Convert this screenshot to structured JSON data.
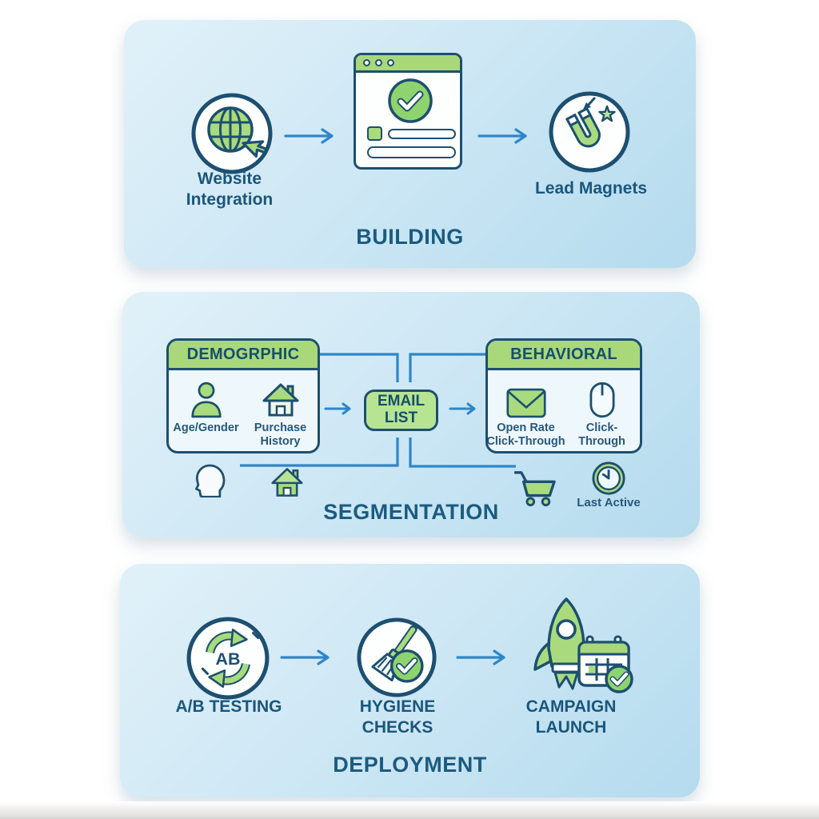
{
  "colors": {
    "ink_outline": "#1d4f70",
    "label_text": "#1a567c",
    "green_header": "#a8d87a",
    "green_light": "#b7e492",
    "green_icon": "#a9db7e",
    "green_check": "#8fd36e",
    "arrow_blue": "#2e86c8",
    "panel_gradient_top": "#e1f1f9",
    "panel_gradient_bottom": "#b4dbee"
  },
  "building": {
    "title": "BUILDING",
    "step1_label": "Website Integration",
    "step1_icon": "globe-cursor",
    "step2_icon": "signup-form",
    "step3_label": "Lead Magnets",
    "step3_icon": "magnet"
  },
  "segmentation": {
    "title": "SEGMENTATION",
    "demographic": {
      "header": "DEMOGRPHIC",
      "item1_label": "Age/Gender",
      "item1_icon": "person",
      "item2_label": "Purchase History",
      "item2_icon": "house"
    },
    "email_list_label": "EMAIL LIST",
    "behavioral": {
      "header": "BEHAVIORAL",
      "item1_label": "Open Rate Click-Through",
      "item1_icon": "envelope",
      "item2_label": "Click-Through",
      "item2_icon": "mouse"
    },
    "bottom_icons": [
      "head-profile",
      "house",
      "shopping-cart",
      "clock"
    ],
    "last_active_label": "Last Active"
  },
  "deployment": {
    "title": "DEPLOYMENT",
    "step1_label": "A/B TESTING",
    "step1_badge": "AB",
    "step1_icon": "ab-cycle-arrows",
    "step2_label": "HYGIENE CHECKS",
    "step2_icon": "broom-check",
    "step3_label": "CAMPAIGN LAUNCH",
    "step3_icon": "rocket-calendar-check"
  }
}
